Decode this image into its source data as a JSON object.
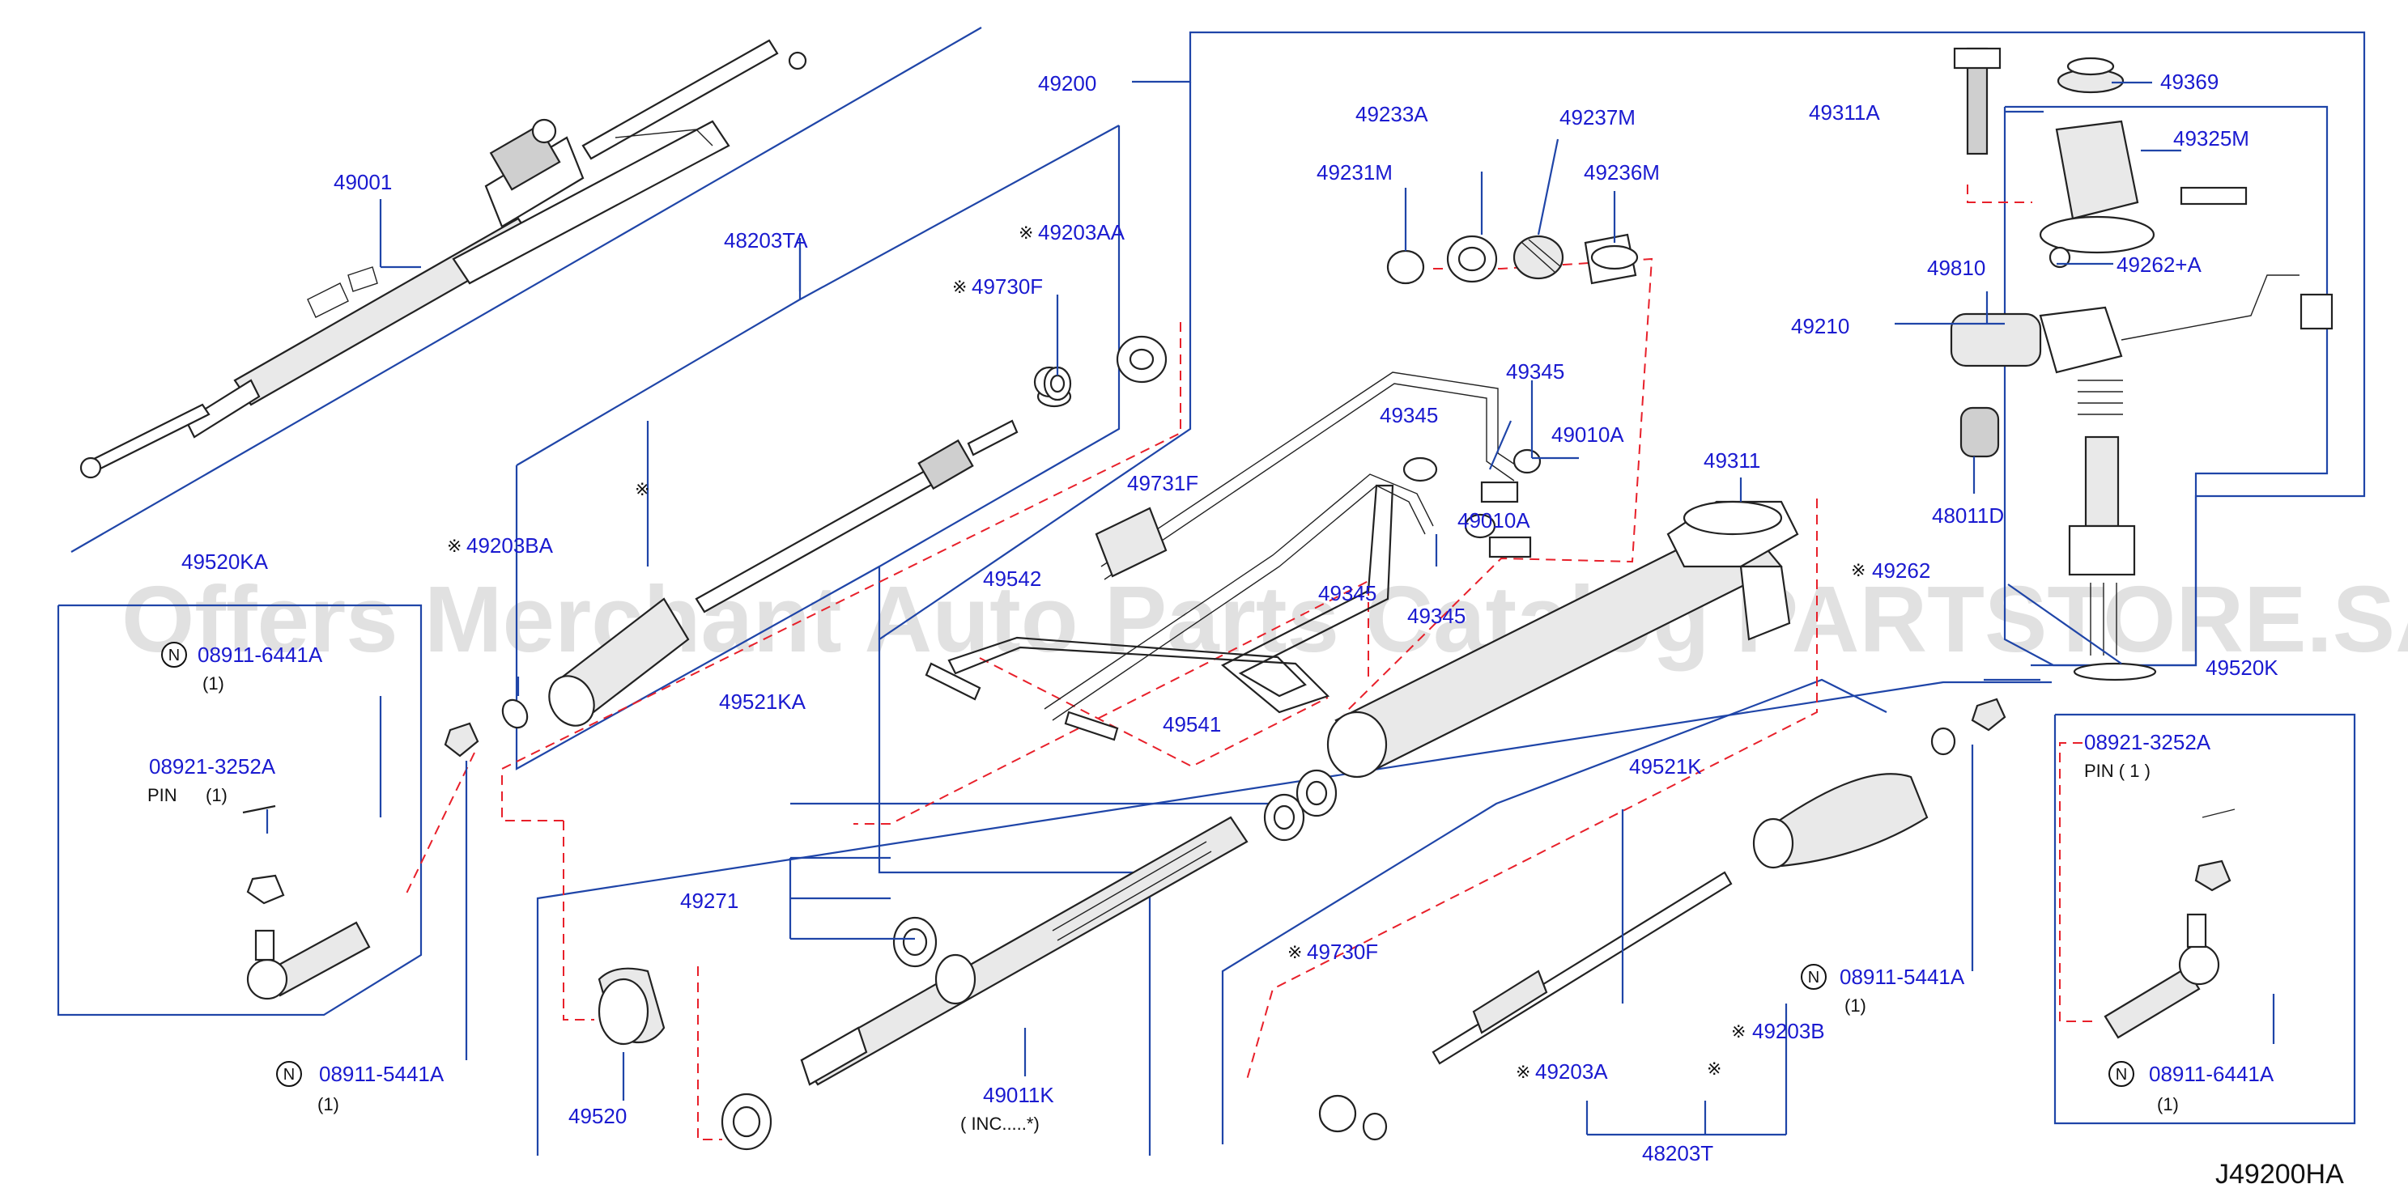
{
  "diagram_code": "J49200HA",
  "watermark": "Offers Merchant Auto Parts Catalog PARTSTORE.SA",
  "colors": {
    "label": "#1a1ad0",
    "leader": "#1f45a8",
    "phantom": "#e8202a",
    "part": "#222222"
  },
  "labels": {
    "p49001": "49001",
    "p49200": "49200",
    "p48203TA": "48203TA",
    "p49203AA": "49203AA",
    "p49730F_top": "49730F",
    "p49203BA": "49203BA",
    "p49520KA": "49520KA",
    "p08911_6441A_left": "08911-6441A",
    "qty_left_1": "(1)",
    "p08921_3252A_left": "08921-3252A",
    "pin_left": "PIN",
    "pin_left_qty": "(1)",
    "p08911_5441A_left": "08911-5441A",
    "qty_left_2": "(1)",
    "p49521KA": "49521KA",
    "p49731F": "49731F",
    "p49542": "49542",
    "p49541": "49541",
    "p49233A": "49233A",
    "p49231M": "49231M",
    "p49237M": "49237M",
    "p49236M": "49236M",
    "p49345_a": "49345",
    "p49345_b": "49345",
    "p49345_c": "49345",
    "p49345_d": "49345",
    "p49010A_a": "49010A",
    "p49010A_b": "49010A",
    "p49311": "49311",
    "p49262": "49262",
    "p49271": "49271",
    "p49520": "49520",
    "p49011K": "49011K",
    "inc_note": "(    INC.....*)",
    "p49521K": "49521K",
    "p49730F_bottom": "49730F",
    "p49203A": "49203A",
    "p48203T": "48203T",
    "p49203B": "49203B",
    "p08911_5441A_right": "08911-5441A",
    "qty_right_1": "(1)",
    "p49311A": "49311A",
    "p49369": "49369",
    "p49325M": "49325M",
    "p49810": "49810",
    "p49262A": "49262+A",
    "p49210": "49210",
    "p48011D": "48011D",
    "p49520K": "49520K",
    "p08921_3252A_right": "08921-3252A",
    "pin_right": "PIN   (   1   )",
    "p08911_6441A_right": "08911-6441A",
    "qty_right_2": "(1)",
    "asterisk": "※",
    "n_badge": "N"
  }
}
